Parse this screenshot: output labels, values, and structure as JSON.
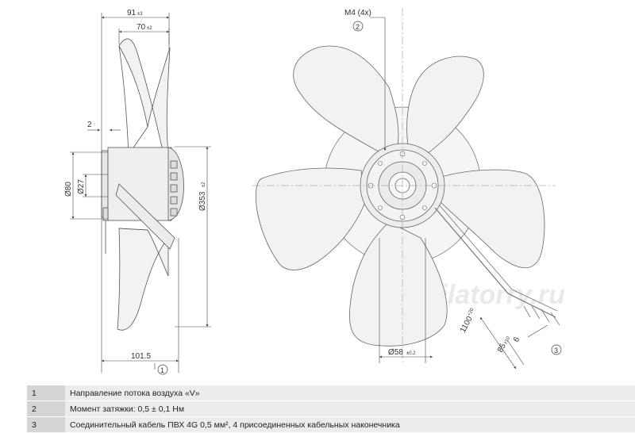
{
  "dimensions": {
    "width_total": "91",
    "width_total_tol": "±3",
    "width_inner": "70",
    "width_inner_tol": "±2",
    "offset": "2",
    "dia_80": "Ø80",
    "dia_27": "Ø27",
    "dia_353": "Ø353",
    "dia_353_tol": "±2",
    "base_length": "101.5",
    "thread": "M4 (4x)",
    "dia_58": "Ø58",
    "dia_58_tol": "±0.2",
    "cable_1100": "1100",
    "cable_1100_tol": "+20",
    "cable_85": "85",
    "cable_85_tol": "±10",
    "cable_6": "6"
  },
  "callouts": {
    "c1": "1",
    "c2": "2",
    "c3": "3"
  },
  "watermark": "Ventilatorry.ru",
  "notes": [
    {
      "num": "1",
      "text": "Направление потока воздуха «V»"
    },
    {
      "num": "2",
      "text": "Момент затяжки: 0,5 ± 0,1 Нм"
    },
    {
      "num": "3",
      "text": "Соединительный кабель ПВХ 4G 0,5 мм², 4 присоединенных кабельных наконечника"
    }
  ],
  "colors": {
    "blade_fill": "#f2f2f2",
    "line": "#555555",
    "table_num_bg": "#d4d4d4",
    "table_txt_bg": "#ececec"
  }
}
